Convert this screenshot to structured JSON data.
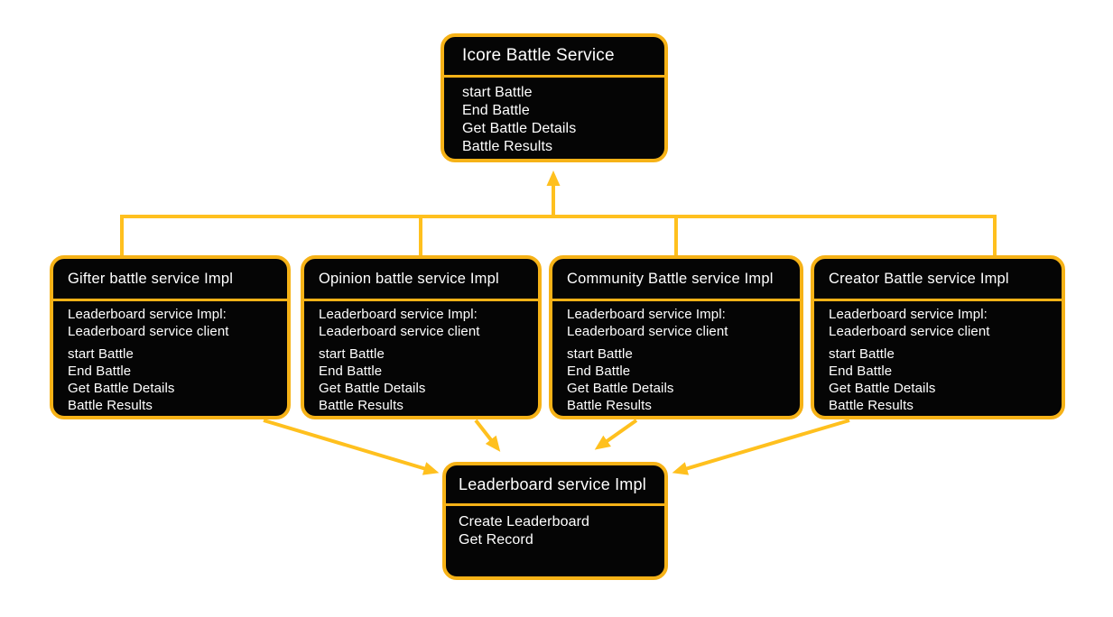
{
  "diagram": {
    "type": "service-class-diagram",
    "colors": {
      "background": "#ffffff",
      "node_fill": "#050505",
      "node_border": "#F6B217",
      "connector": "#FFC01E",
      "text": "#ffffff"
    },
    "nodes": [
      {
        "id": "icore-battle-service",
        "title": "Icore Battle Service",
        "methods": [
          "start Battle",
          "End Battle",
          "Get Battle Details",
          "Battle Results"
        ]
      },
      {
        "id": "gifter-battle-service-impl",
        "title": "Gifter battle service Impl",
        "attributes": [
          "Leaderboard service Impl:",
          "Leaderboard service client"
        ],
        "methods": [
          "start Battle",
          "End Battle",
          "Get Battle Details",
          "Battle Results"
        ]
      },
      {
        "id": "opinion-battle-service-impl",
        "title": "Opinion battle service Impl",
        "attributes": [
          "Leaderboard service Impl:",
          "Leaderboard service client"
        ],
        "methods": [
          "start Battle",
          "End Battle",
          "Get Battle Details",
          "Battle Results"
        ]
      },
      {
        "id": "community-battle-service-impl",
        "title": "Community Battle service Impl",
        "attributes": [
          "Leaderboard service Impl:",
          "Leaderboard service client"
        ],
        "methods": [
          "start Battle",
          "End Battle",
          "Get Battle Details",
          "Battle Results"
        ]
      },
      {
        "id": "creator-battle-service-impl",
        "title": "Creator Battle service Impl",
        "attributes": [
          "Leaderboard service Impl:",
          "Leaderboard service client"
        ],
        "methods": [
          "start Battle",
          "End Battle",
          "Get Battle Details",
          "Battle Results"
        ]
      },
      {
        "id": "leaderboard-service-impl",
        "title": "Leaderboard service Impl",
        "methods": [
          "Create Leaderboard",
          "Get Record"
        ]
      }
    ],
    "edges": [
      {
        "from": "gifter-battle-service-impl",
        "to": "icore-battle-service",
        "style": "bracket-arrow-up"
      },
      {
        "from": "opinion-battle-service-impl",
        "to": "icore-battle-service",
        "style": "bracket-arrow-up"
      },
      {
        "from": "community-battle-service-impl",
        "to": "icore-battle-service",
        "style": "bracket-arrow-up"
      },
      {
        "from": "creator-battle-service-impl",
        "to": "icore-battle-service",
        "style": "bracket-arrow-up"
      },
      {
        "from": "gifter-battle-service-impl",
        "to": "leaderboard-service-impl",
        "style": "diagonal-arrow"
      },
      {
        "from": "opinion-battle-service-impl",
        "to": "leaderboard-service-impl",
        "style": "diagonal-arrow"
      },
      {
        "from": "community-battle-service-impl",
        "to": "leaderboard-service-impl",
        "style": "diagonal-arrow"
      },
      {
        "from": "creator-battle-service-impl",
        "to": "leaderboard-service-impl",
        "style": "diagonal-arrow"
      }
    ]
  }
}
